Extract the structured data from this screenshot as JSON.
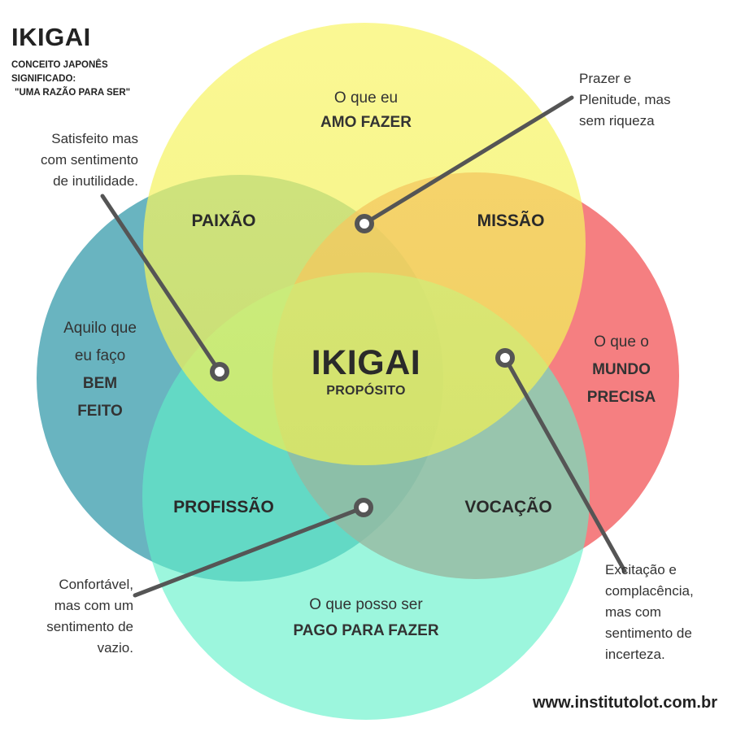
{
  "header": {
    "title": "IKIGAI",
    "subtitle_lines": [
      "CONCEITO JAPONÊS",
      "SIGNIFICADO:",
      "\"UMA RAZÃO PARA SER\""
    ]
  },
  "circles": {
    "love": {
      "line1": "O que eu",
      "line2": "AMO FAZER",
      "color": "#f5f25a"
    },
    "good": {
      "line1": "Aquilo que",
      "line2": "eu faço",
      "line3": "BEM",
      "line4": "FEITO",
      "color": "#3f9fae"
    },
    "world": {
      "line1": "O que o",
      "line2": "MUNDO",
      "line3": "PRECISA",
      "color": "#f25b5e"
    },
    "paid": {
      "line1": "O que posso ser",
      "line2": "PAGO PARA FAZER",
      "color": "#5ff0c8"
    }
  },
  "areas": {
    "passion": "PAIXÃO",
    "mission": "MISSÃO",
    "profession": "PROFISSÃO",
    "vocation": "VOCAÇÃO"
  },
  "center": {
    "title": "IKIGAI",
    "subtitle": "PROPÓSITO"
  },
  "notes": {
    "top_right": [
      "Prazer e",
      "Plenitude, mas",
      "sem riqueza"
    ],
    "top_left": [
      "Satisfeito mas",
      "com sentimento",
      "de inutilidade."
    ],
    "bottom_left": [
      "Confortável,",
      "mas com um",
      "sentimento de",
      "vazio."
    ],
    "bottom_right": [
      "Excitação e",
      "complacência,",
      "mas com",
      "sentimento de",
      "incerteza."
    ]
  },
  "footer": {
    "website": "www.institutolot.com.br"
  }
}
